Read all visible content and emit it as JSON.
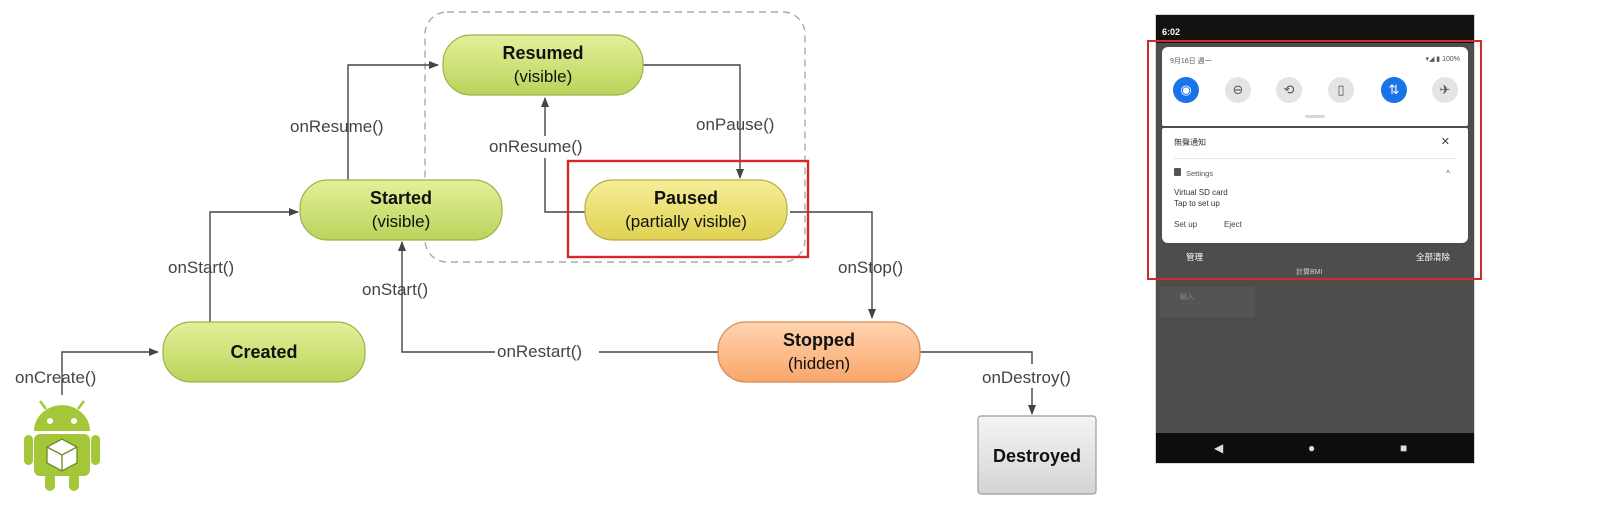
{
  "diagram": {
    "states": {
      "resumed": {
        "title": "Resumed",
        "subtitle": "(visible)"
      },
      "started": {
        "title": "Started",
        "subtitle": "(visible)"
      },
      "paused": {
        "title": "Paused",
        "subtitle": "(partially visible)"
      },
      "created": {
        "title": "Created",
        "subtitle": ""
      },
      "stopped": {
        "title": "Stopped",
        "subtitle": "(hidden)"
      },
      "destroyed": {
        "title": "Destroyed",
        "subtitle": ""
      }
    },
    "edges": {
      "on_create": "onCreate()",
      "on_start_1": "onStart()",
      "on_start_2": "onStart()",
      "on_resume_1": "onResume()",
      "on_resume_2": "onResume()",
      "on_pause": "onPause()",
      "on_stop": "onStop()",
      "on_restart": "onRestart()",
      "on_destroy": "onDestroy()"
    },
    "colors": {
      "green": "#cfe37a",
      "yellow": "#ece27a",
      "orange": "#fdc08e",
      "gray": "#e6e6e6",
      "highlight": "#d9262c"
    }
  },
  "phone": {
    "time": "6:02",
    "date": "9月16日 週一",
    "battery": "100%",
    "quick_tiles": [
      {
        "icon": "wifi-icon",
        "on": true
      },
      {
        "icon": "dnd-icon",
        "on": false
      },
      {
        "icon": "rotate-icon",
        "on": false
      },
      {
        "icon": "battery-saver-icon",
        "on": false
      },
      {
        "icon": "data-icon",
        "on": true
      },
      {
        "icon": "airplane-icon",
        "on": false
      }
    ],
    "notification": {
      "header": "無聲通知",
      "app": "Settings",
      "title": "Virtual SD card",
      "text": "Tap to set up",
      "action_setup": "Set up",
      "action_eject": "Eject"
    },
    "background_text": "計算BMI",
    "background_card": "輸入",
    "manage": "管理",
    "clear_all": "全部清除"
  }
}
